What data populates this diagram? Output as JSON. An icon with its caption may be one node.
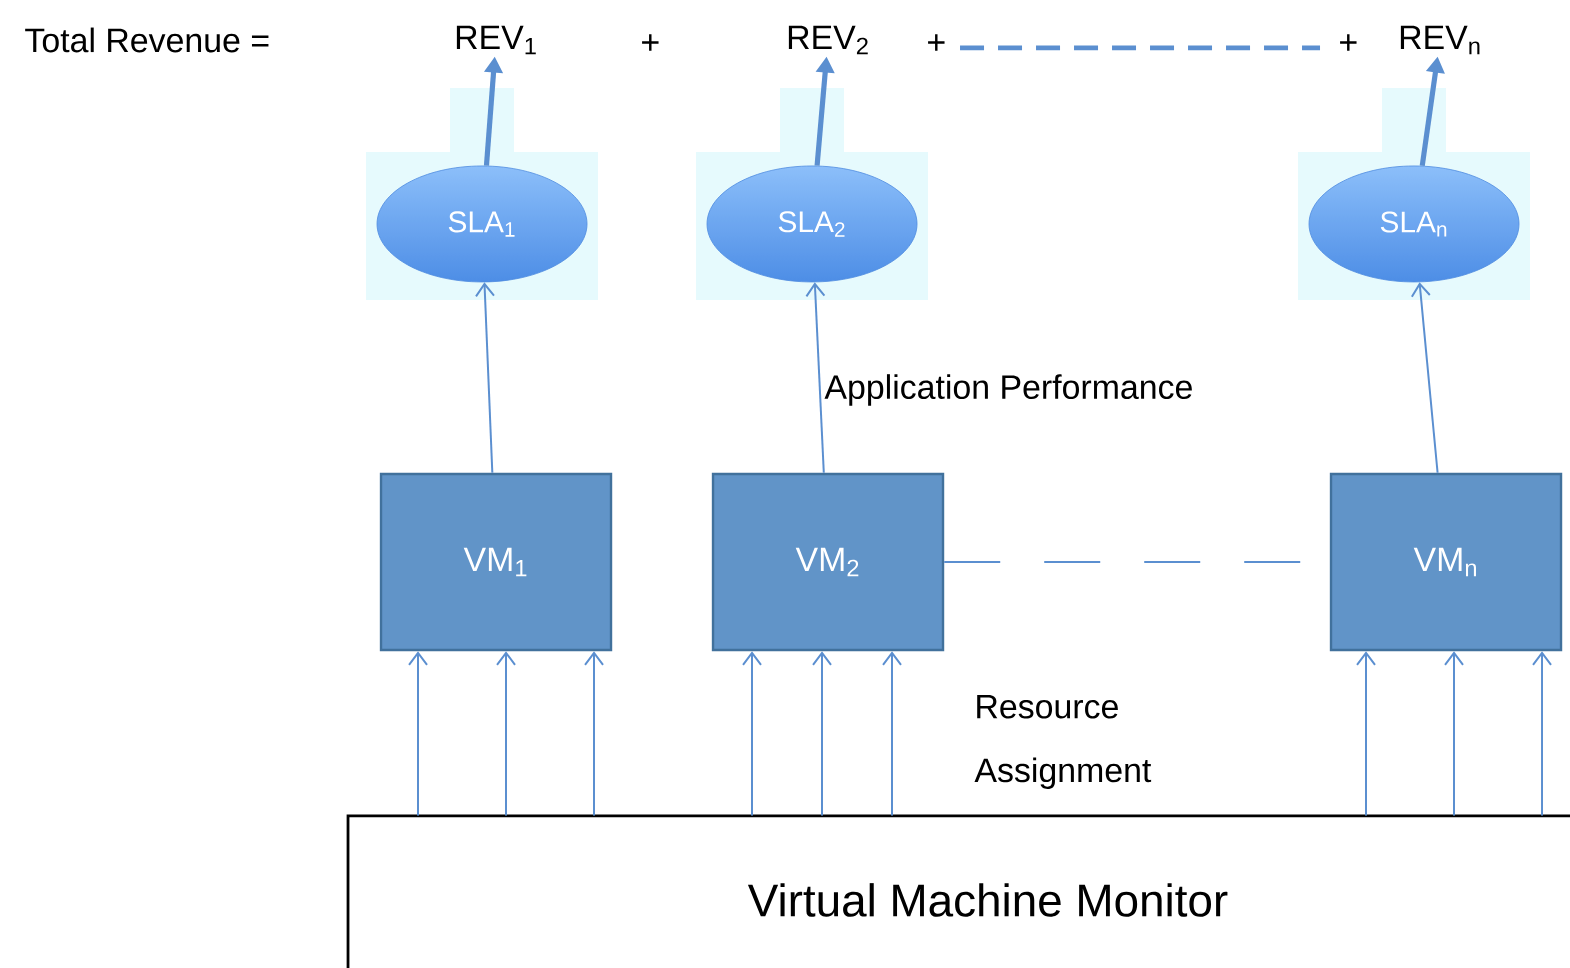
{
  "diagram": {
    "nodes": [
      {
        "text": [
          "REV$_{1}$"
        ]
      },
      {
        "text": [
          "REV$_{2}$"
        ]
      },
      {
        "text": [
          "REV$_{n}$"
        ]
      },
      {
        "text": [
          "SLA$_{1}$"
        ]
      },
      {
        "text": [
          "SLA$_{2}$"
        ]
      },
      {
        "text": [
          "SLA$_{n}$"
        ]
      },
      {
        "text": [
          "VM$_{1}$"
        ]
      },
      {
        "text": [
          "VM$_{2}$"
        ]
      },
      {
        "text": [
          "VM$_{n}$"
        ]
      },
      {
        "text": [
          "Virtual Machine Monitor"
        ]
      }
    ],
    "edges": [
      {
        "from": 3,
        "to": 0,
        "arrow": "to",
        "style": "thick"
      },
      {
        "from": 4,
        "to": 1,
        "arrow": "to",
        "style": "thick"
      },
      {
        "from": 5,
        "to": 2,
        "arrow": "to",
        "style": "thick"
      },
      {
        "from": 6,
        "to": 3,
        "arrow": "to"
      },
      {
        "from": 7,
        "to": 4,
        "arrow": "to"
      },
      {
        "from": 8,
        "to": 5,
        "arrow": "to"
      },
      {
        "from": 7,
        "to": 8,
        "arrow": "none",
        "style": "dashed"
      },
      {
        "from": 9,
        "to": 6,
        "arrow": "to"
      },
      {
        "from": 9,
        "to": 6,
        "arrow": "to"
      },
      {
        "from": 9,
        "to": 6,
        "arrow": "to"
      },
      {
        "from": 9,
        "to": 7,
        "arrow": "to"
      },
      {
        "from": 9,
        "to": 7,
        "arrow": "to"
      },
      {
        "from": 9,
        "to": 7,
        "arrow": "to"
      },
      {
        "from": 9,
        "to": 8,
        "arrow": "to"
      },
      {
        "from": 9,
        "to": 8,
        "arrow": "to"
      },
      {
        "from": 9,
        "to": 8,
        "arrow": "to"
      }
    ],
    "labels": [
      "Total Revenue =",
      "+",
      "+",
      "+",
      "Application Performance",
      "Resource Assignment"
    ]
  }
}
